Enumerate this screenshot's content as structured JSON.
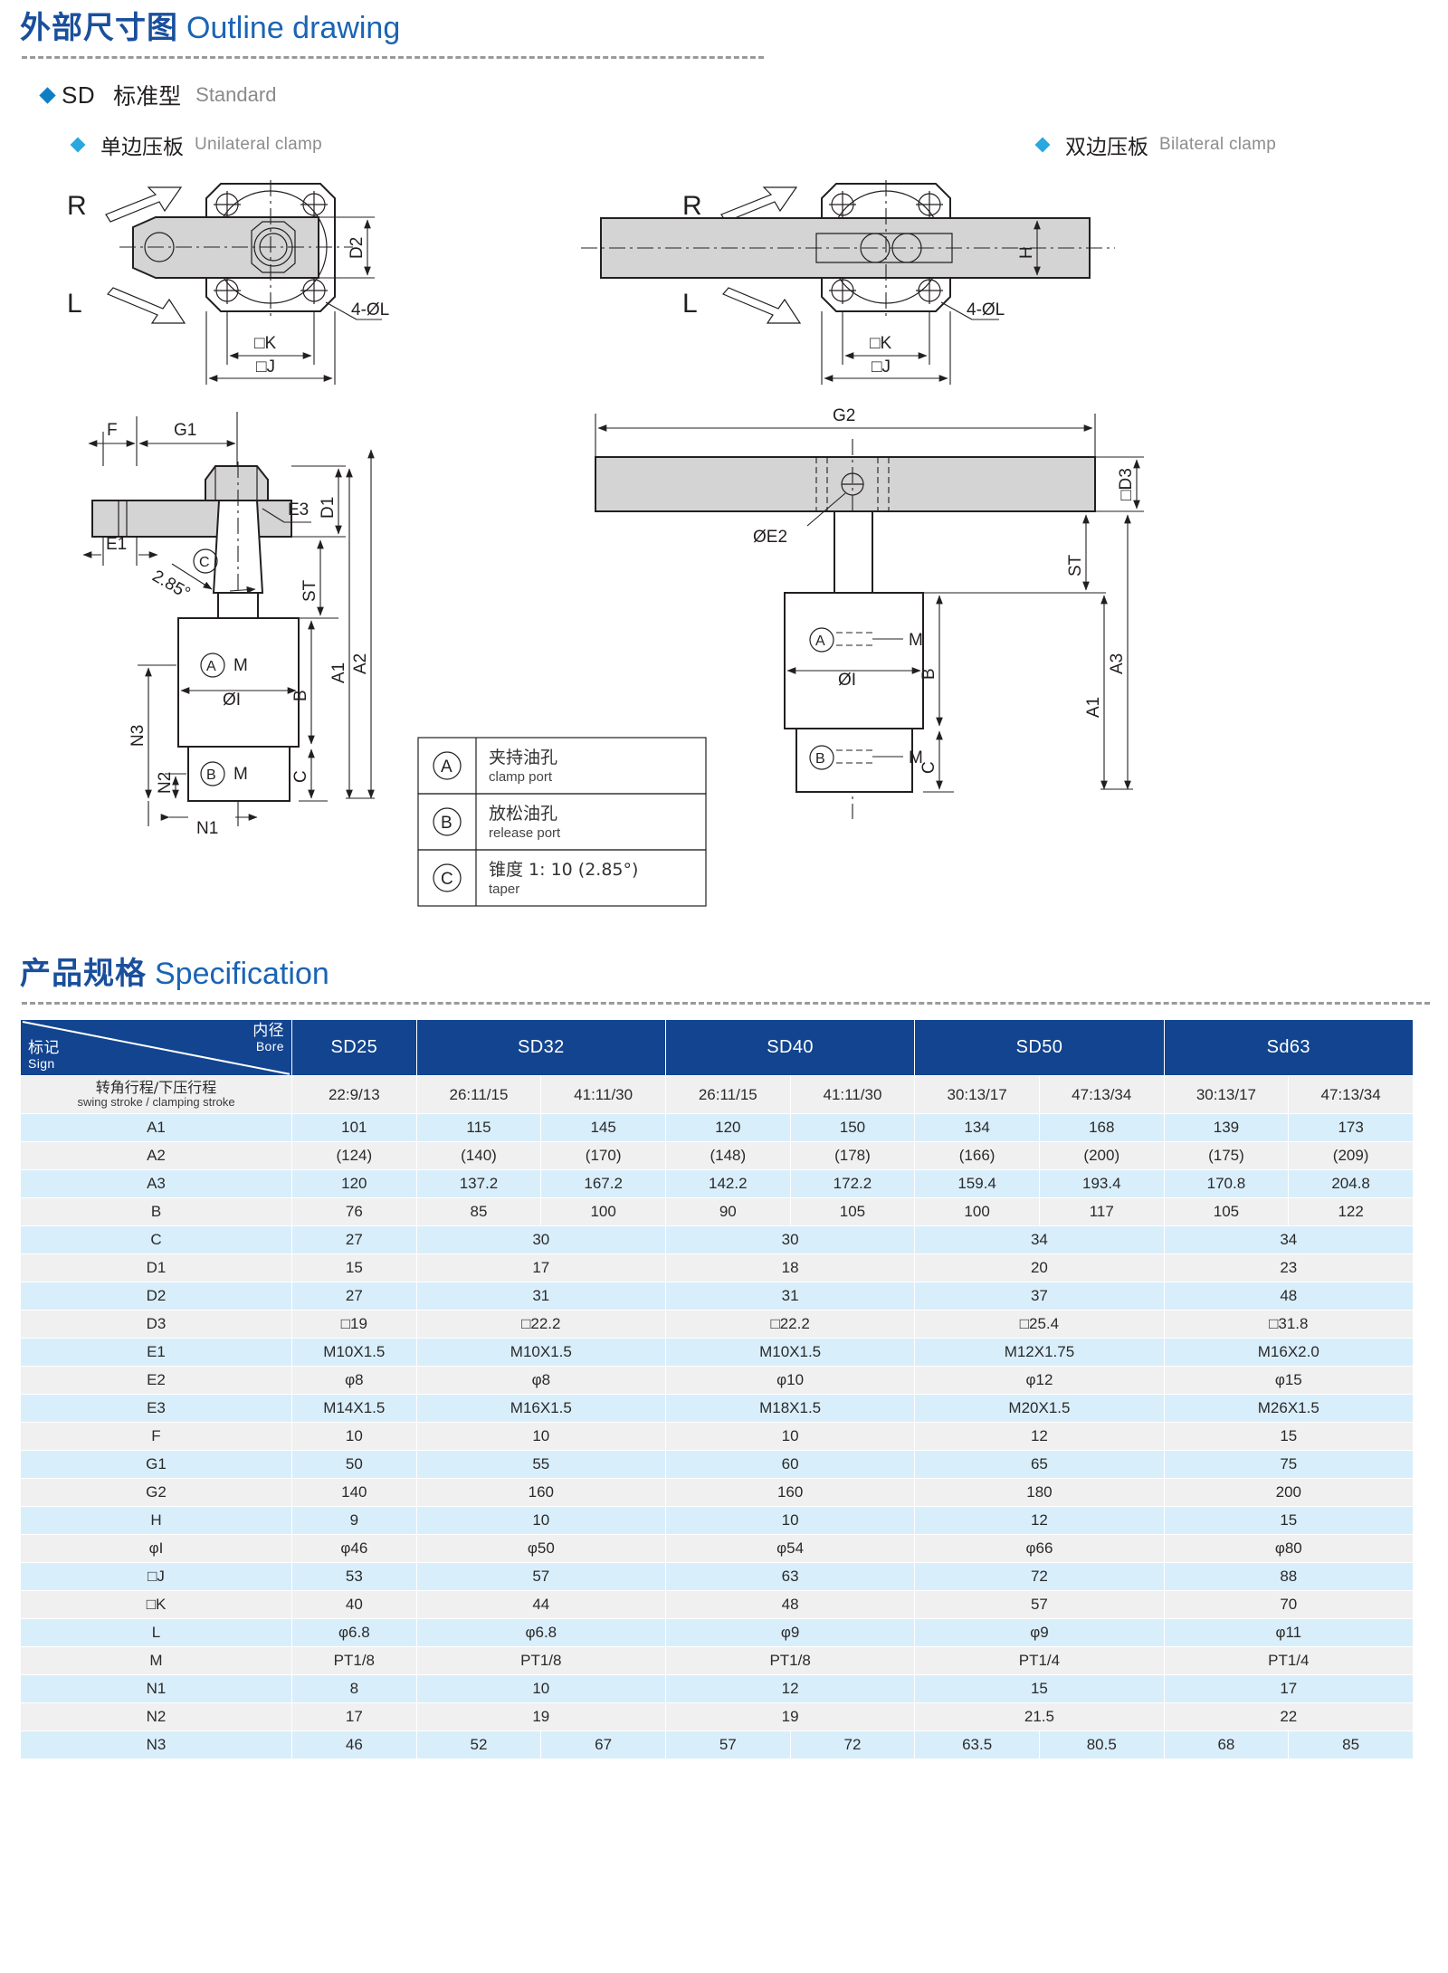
{
  "section1": {
    "title_cn": "外部尺寸图",
    "title_en": "Outline drawing",
    "series_code": "SD",
    "series_cn": "标准型",
    "series_en": "Standard",
    "variant_left_cn": "单边压板",
    "variant_left_en": "Unilateral clamp",
    "variant_right_cn": "双边压板",
    "variant_right_en": "Bilateral clamp"
  },
  "drawing_labels": {
    "rotation_r": "R",
    "rotation_l": "L",
    "d2": "D2",
    "d1": "D1",
    "d3": "□D3",
    "holes_left": "4-ØL",
    "holes_right": "4-ØL",
    "k_left": "□K",
    "j_left": "□J",
    "k_right": "□K",
    "j_right": "□J",
    "f": "F",
    "g1": "G1",
    "g2": "G2",
    "e1": "E1",
    "e2": "ØE2",
    "e3": "E3",
    "taper_angle": "2.85°",
    "taper_mark": "C",
    "st_left": "ST",
    "st_right": "ST",
    "a1_left": "A1",
    "a2_left": "A2",
    "a1_right": "A1",
    "a3_right": "A3",
    "b_left": "B",
    "b_right": "B",
    "c_left": "C",
    "c_right": "C",
    "n1": "N1",
    "n2": "N2",
    "n3": "N3",
    "bore_i_left": "ØI",
    "bore_i_right": "ØI",
    "port_a_left": "A",
    "port_b_left": "B",
    "port_a_right": "A",
    "port_b_right": "B",
    "m_label_1": "M",
    "m_label_2": "M",
    "m_label_3": "M",
    "m_label_4": "M",
    "h": "H"
  },
  "legend": {
    "rows": [
      {
        "mark": "A",
        "cn": "夹持油孔",
        "en": "clamp port"
      },
      {
        "mark": "B",
        "cn": "放松油孔",
        "en": "release port"
      },
      {
        "mark": "C",
        "cn": "锥度 1: 10 (2.85°)",
        "en": "taper"
      }
    ]
  },
  "section2": {
    "title_cn": "产品规格",
    "title_en": "Specification"
  },
  "table": {
    "corner": {
      "sign_cn": "标记",
      "sign_en": "Sign",
      "bore_cn": "内径",
      "bore_en": "Bore"
    },
    "bores": [
      {
        "label": "SD25",
        "cols": 1
      },
      {
        "label": "SD32",
        "cols": 2
      },
      {
        "label": "SD40",
        "cols": 2
      },
      {
        "label": "SD50",
        "cols": 2
      },
      {
        "label": "Sd63",
        "cols": 2
      }
    ],
    "rows": [
      {
        "sign_cn": "转角行程/下压行程",
        "sign_en": "swing stroke / clamping stroke",
        "two_line": true,
        "cells": [
          {
            "v": "22:9/13",
            "span": 1
          },
          {
            "v": "26:11/15",
            "span": 1
          },
          {
            "v": "41:11/30",
            "span": 1
          },
          {
            "v": "26:11/15",
            "span": 1
          },
          {
            "v": "41:11/30",
            "span": 1
          },
          {
            "v": "30:13/17",
            "span": 1
          },
          {
            "v": "47:13/34",
            "span": 1
          },
          {
            "v": "30:13/17",
            "span": 1
          },
          {
            "v": "47:13/34",
            "span": 1
          }
        ]
      },
      {
        "sign": "A1",
        "cells": [
          {
            "v": "101",
            "span": 1
          },
          {
            "v": "115",
            "span": 1
          },
          {
            "v": "145",
            "span": 1
          },
          {
            "v": "120",
            "span": 1
          },
          {
            "v": "150",
            "span": 1
          },
          {
            "v": "134",
            "span": 1
          },
          {
            "v": "168",
            "span": 1
          },
          {
            "v": "139",
            "span": 1
          },
          {
            "v": "173",
            "span": 1
          }
        ]
      },
      {
        "sign": "A2",
        "cells": [
          {
            "v": "(124)",
            "span": 1
          },
          {
            "v": "(140)",
            "span": 1
          },
          {
            "v": "(170)",
            "span": 1
          },
          {
            "v": "(148)",
            "span": 1
          },
          {
            "v": "(178)",
            "span": 1
          },
          {
            "v": "(166)",
            "span": 1
          },
          {
            "v": "(200)",
            "span": 1
          },
          {
            "v": "(175)",
            "span": 1
          },
          {
            "v": "(209)",
            "span": 1
          }
        ]
      },
      {
        "sign": "A3",
        "cells": [
          {
            "v": "120",
            "span": 1
          },
          {
            "v": "137.2",
            "span": 1
          },
          {
            "v": "167.2",
            "span": 1
          },
          {
            "v": "142.2",
            "span": 1
          },
          {
            "v": "172.2",
            "span": 1
          },
          {
            "v": "159.4",
            "span": 1
          },
          {
            "v": "193.4",
            "span": 1
          },
          {
            "v": "170.8",
            "span": 1
          },
          {
            "v": "204.8",
            "span": 1
          }
        ]
      },
      {
        "sign": "B",
        "cells": [
          {
            "v": "76",
            "span": 1
          },
          {
            "v": "85",
            "span": 1
          },
          {
            "v": "100",
            "span": 1
          },
          {
            "v": "90",
            "span": 1
          },
          {
            "v": "105",
            "span": 1
          },
          {
            "v": "100",
            "span": 1
          },
          {
            "v": "117",
            "span": 1
          },
          {
            "v": "105",
            "span": 1
          },
          {
            "v": "122",
            "span": 1
          }
        ]
      },
      {
        "sign": "C",
        "cells": [
          {
            "v": "27",
            "span": 1
          },
          {
            "v": "30",
            "span": 2
          },
          {
            "v": "30",
            "span": 2
          },
          {
            "v": "34",
            "span": 2
          },
          {
            "v": "34",
            "span": 2
          }
        ]
      },
      {
        "sign": "D1",
        "cells": [
          {
            "v": "15",
            "span": 1
          },
          {
            "v": "17",
            "span": 2
          },
          {
            "v": "18",
            "span": 2
          },
          {
            "v": "20",
            "span": 2
          },
          {
            "v": "23",
            "span": 2
          }
        ]
      },
      {
        "sign": "D2",
        "cells": [
          {
            "v": "27",
            "span": 1
          },
          {
            "v": "31",
            "span": 2
          },
          {
            "v": "31",
            "span": 2
          },
          {
            "v": "37",
            "span": 2
          },
          {
            "v": "48",
            "span": 2
          }
        ]
      },
      {
        "sign": "D3",
        "sign_prefix": "□",
        "cells": [
          {
            "v": "□19",
            "span": 1
          },
          {
            "v": "□22.2",
            "span": 2
          },
          {
            "v": "□22.2",
            "span": 2
          },
          {
            "v": "□25.4",
            "span": 2
          },
          {
            "v": "□31.8",
            "span": 2
          }
        ]
      },
      {
        "sign": "E1",
        "cells": [
          {
            "v": "M10X1.5",
            "span": 1
          },
          {
            "v": "M10X1.5",
            "span": 2
          },
          {
            "v": "M10X1.5",
            "span": 2
          },
          {
            "v": "M12X1.75",
            "span": 2
          },
          {
            "v": "M16X2.0",
            "span": 2
          }
        ]
      },
      {
        "sign": "E2",
        "cells": [
          {
            "v": "φ8",
            "span": 1
          },
          {
            "v": "φ8",
            "span": 2
          },
          {
            "v": "φ10",
            "span": 2
          },
          {
            "v": "φ12",
            "span": 2
          },
          {
            "v": "φ15",
            "span": 2
          }
        ]
      },
      {
        "sign": "E3",
        "cells": [
          {
            "v": "M14X1.5",
            "span": 1
          },
          {
            "v": "M16X1.5",
            "span": 2
          },
          {
            "v": "M18X1.5",
            "span": 2
          },
          {
            "v": "M20X1.5",
            "span": 2
          },
          {
            "v": "M26X1.5",
            "span": 2
          }
        ]
      },
      {
        "sign": "F",
        "cells": [
          {
            "v": "10",
            "span": 1
          },
          {
            "v": "10",
            "span": 2
          },
          {
            "v": "10",
            "span": 2
          },
          {
            "v": "12",
            "span": 2
          },
          {
            "v": "15",
            "span": 2
          }
        ]
      },
      {
        "sign": "G1",
        "cells": [
          {
            "v": "50",
            "span": 1
          },
          {
            "v": "55",
            "span": 2
          },
          {
            "v": "60",
            "span": 2
          },
          {
            "v": "65",
            "span": 2
          },
          {
            "v": "75",
            "span": 2
          }
        ]
      },
      {
        "sign": "G2",
        "cells": [
          {
            "v": "140",
            "span": 1
          },
          {
            "v": "160",
            "span": 2
          },
          {
            "v": "160",
            "span": 2
          },
          {
            "v": "180",
            "span": 2
          },
          {
            "v": "200",
            "span": 2
          }
        ]
      },
      {
        "sign": "H",
        "cells": [
          {
            "v": "9",
            "span": 1
          },
          {
            "v": "10",
            "span": 2
          },
          {
            "v": "10",
            "span": 2
          },
          {
            "v": "12",
            "span": 2
          },
          {
            "v": "15",
            "span": 2
          }
        ]
      },
      {
        "sign": "φI",
        "cells": [
          {
            "v": "φ46",
            "span": 1
          },
          {
            "v": "φ50",
            "span": 2
          },
          {
            "v": "φ54",
            "span": 2
          },
          {
            "v": "φ66",
            "span": 2
          },
          {
            "v": "φ80",
            "span": 2
          }
        ]
      },
      {
        "sign": "□J",
        "cells": [
          {
            "v": "53",
            "span": 1
          },
          {
            "v": "57",
            "span": 2
          },
          {
            "v": "63",
            "span": 2
          },
          {
            "v": "72",
            "span": 2
          },
          {
            "v": "88",
            "span": 2
          }
        ]
      },
      {
        "sign": "□K",
        "cells": [
          {
            "v": "40",
            "span": 1
          },
          {
            "v": "44",
            "span": 2
          },
          {
            "v": "48",
            "span": 2
          },
          {
            "v": "57",
            "span": 2
          },
          {
            "v": "70",
            "span": 2
          }
        ]
      },
      {
        "sign": "L",
        "cells": [
          {
            "v": "φ6.8",
            "span": 1
          },
          {
            "v": "φ6.8",
            "span": 2
          },
          {
            "v": "φ9",
            "span": 2
          },
          {
            "v": "φ9",
            "span": 2
          },
          {
            "v": "φ11",
            "span": 2
          }
        ]
      },
      {
        "sign": "M",
        "cells": [
          {
            "v": "PT1/8",
            "span": 1
          },
          {
            "v": "PT1/8",
            "span": 2
          },
          {
            "v": "PT1/8",
            "span": 2
          },
          {
            "v": "PT1/4",
            "span": 2
          },
          {
            "v": "PT1/4",
            "span": 2
          }
        ]
      },
      {
        "sign": "N1",
        "cells": [
          {
            "v": "8",
            "span": 1
          },
          {
            "v": "10",
            "span": 2
          },
          {
            "v": "12",
            "span": 2
          },
          {
            "v": "15",
            "span": 2
          },
          {
            "v": "17",
            "span": 2
          }
        ]
      },
      {
        "sign": "N2",
        "cells": [
          {
            "v": "17",
            "span": 1
          },
          {
            "v": "19",
            "span": 2
          },
          {
            "v": "19",
            "span": 2
          },
          {
            "v": "21.5",
            "span": 2
          },
          {
            "v": "22",
            "span": 2
          }
        ]
      },
      {
        "sign": "N3",
        "cells": [
          {
            "v": "46",
            "span": 1
          },
          {
            "v": "52",
            "span": 1
          },
          {
            "v": "67",
            "span": 1
          },
          {
            "v": "57",
            "span": 1
          },
          {
            "v": "72",
            "span": 1
          },
          {
            "v": "63.5",
            "span": 1
          },
          {
            "v": "80.5",
            "span": 1
          },
          {
            "v": "68",
            "span": 1
          },
          {
            "v": "85",
            "span": 1
          }
        ]
      }
    ]
  },
  "colors": {
    "heading_blue": "#1a4f9c",
    "heading_blue_en": "#1a64b4",
    "table_header": "#12448f",
    "row_alt": "#d9eefb",
    "row_base": "#f0f0f0",
    "accent_cyan": "#29a8e0"
  }
}
